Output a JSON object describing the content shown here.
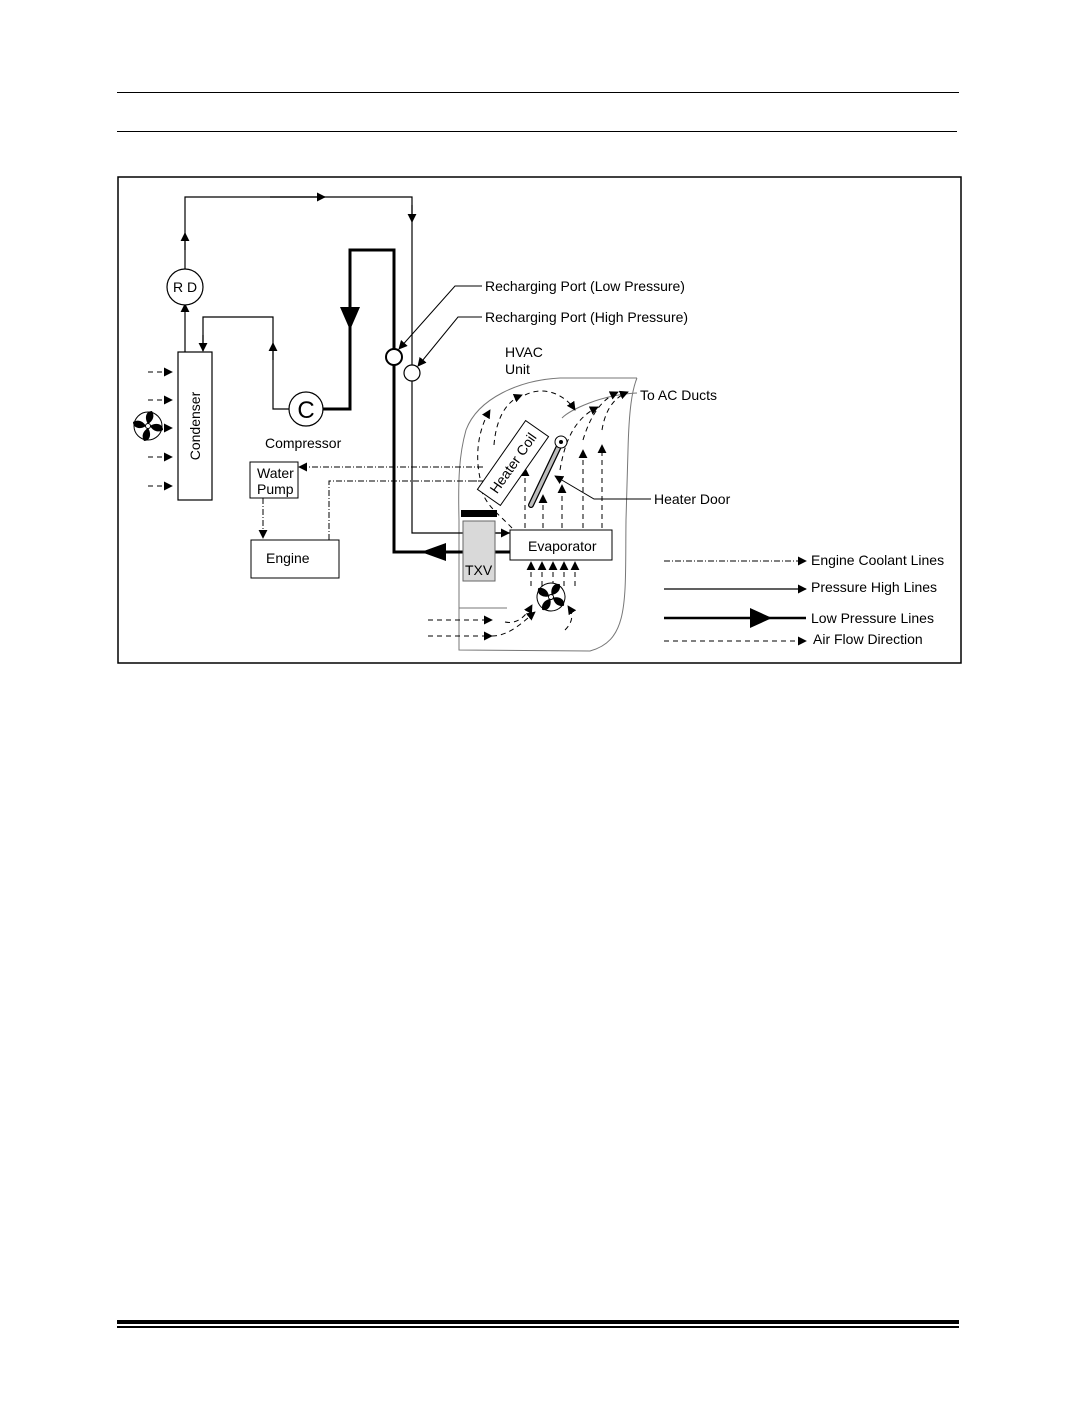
{
  "labels": {
    "rd": "R D",
    "condenser": "Condenser",
    "compressor_symbol": "C",
    "compressor": "Compressor",
    "water_pump_line1": "Water",
    "water_pump_line2": "Pump",
    "engine": "Engine",
    "txv": "TXV",
    "evaporator": "Evaporator",
    "heater_coil": "Heater Coil",
    "hvac_line1": "HVAC",
    "hvac_line2": "Unit",
    "to_ac_ducts": "To AC Ducts",
    "heater_door": "Heater Door",
    "port_low": "Recharging Port (Low Pressure)",
    "port_high": "Recharging Port (High Pressure)"
  },
  "legend": {
    "engine_coolant": "Engine Coolant Lines",
    "pressure_high": "Pressure High Lines",
    "low_pressure": "Low Pressure Lines",
    "air_flow": "Air Flow Direction"
  },
  "icons": {
    "condenser_fan": "fan-icon",
    "blower_fan": "fan-icon"
  }
}
